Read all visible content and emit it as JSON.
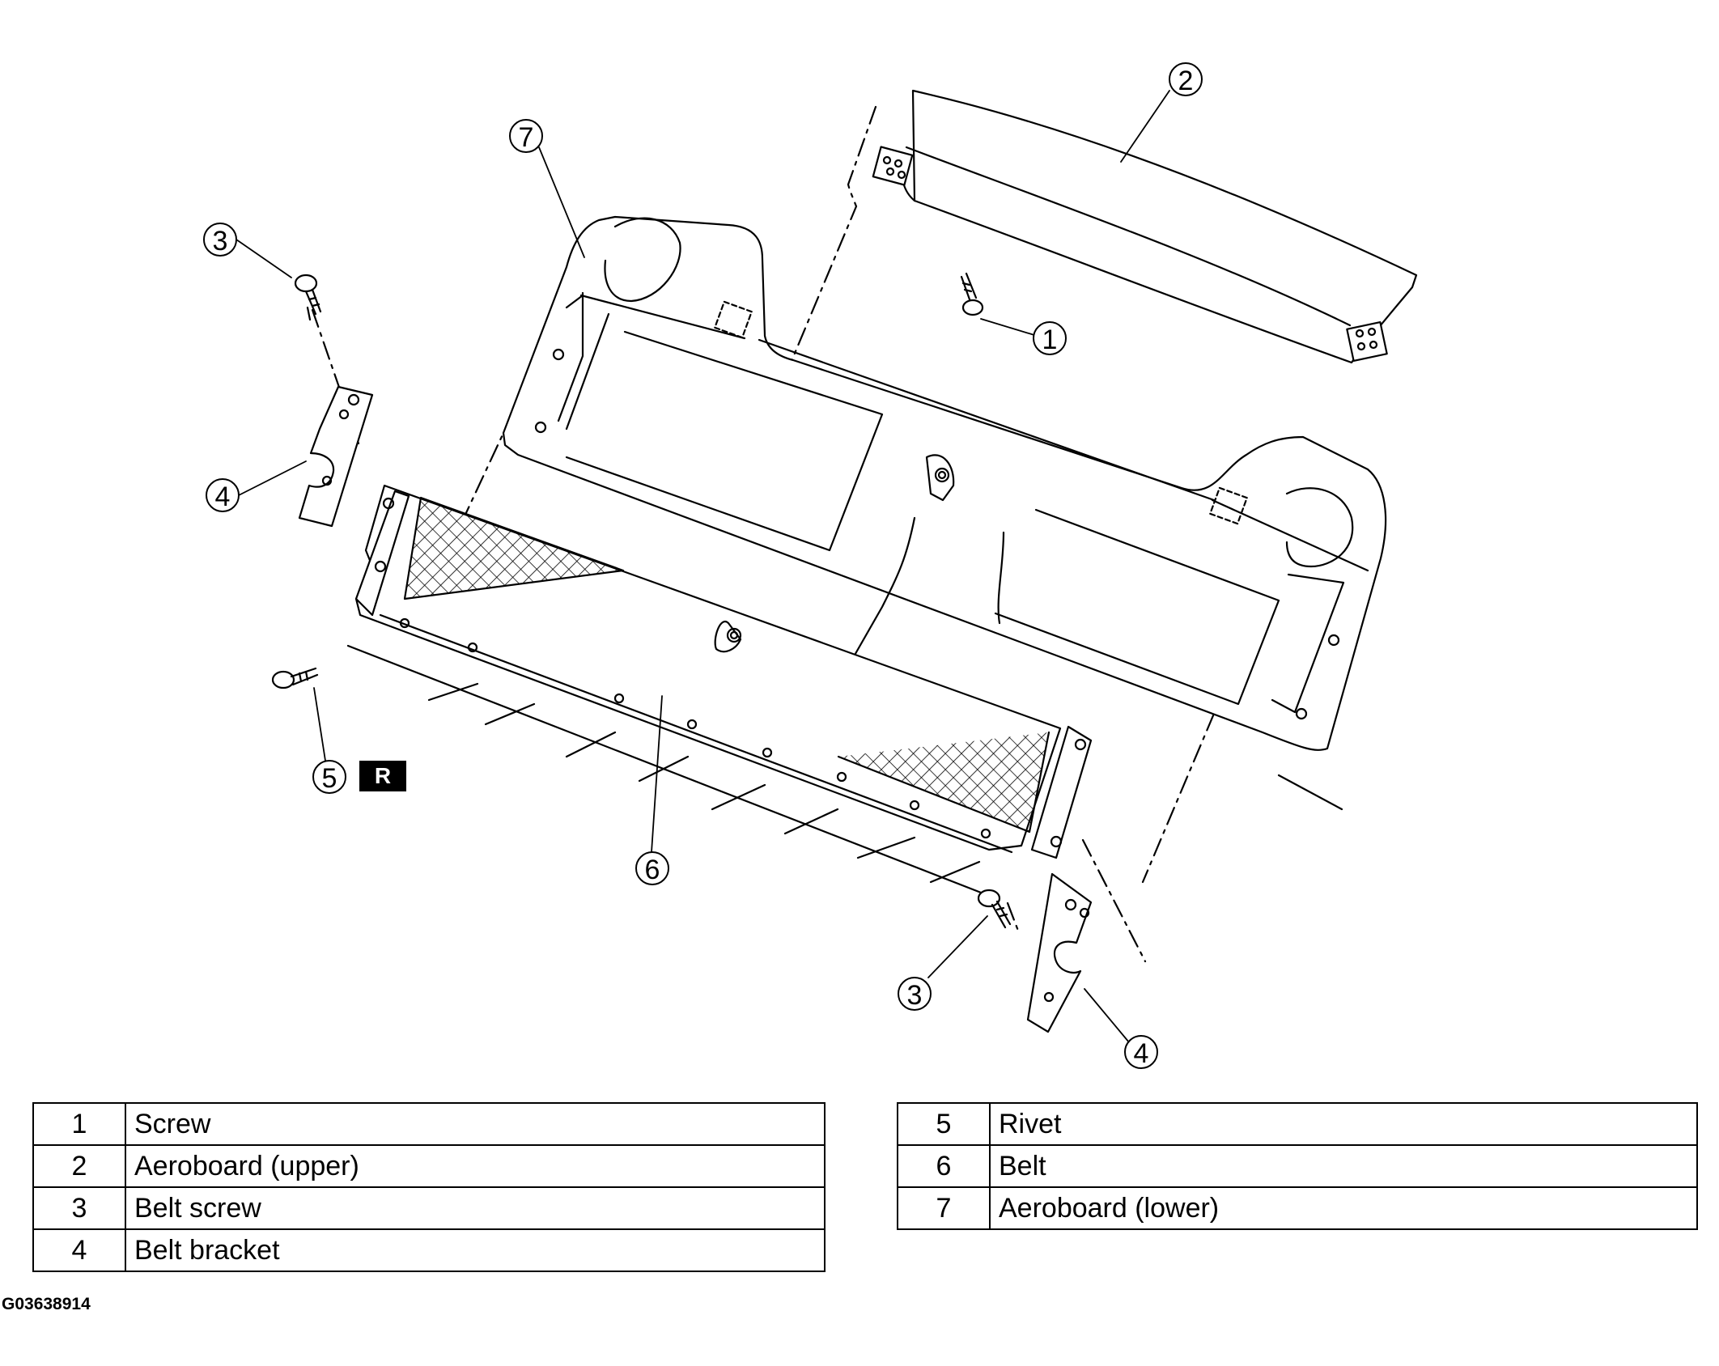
{
  "diagram": {
    "callouts": [
      "1",
      "2",
      "3",
      "3",
      "4",
      "4",
      "5",
      "6",
      "7"
    ],
    "badge": "R",
    "figure_code": "G03638914"
  },
  "legend": {
    "left": [
      {
        "num": "1",
        "name": "Screw"
      },
      {
        "num": "2",
        "name": "Aeroboard (upper)"
      },
      {
        "num": "3",
        "name": "Belt screw"
      },
      {
        "num": "4",
        "name": "Belt bracket"
      }
    ],
    "right": [
      {
        "num": "5",
        "name": "Rivet"
      },
      {
        "num": "6",
        "name": "Belt"
      },
      {
        "num": "7",
        "name": "Aeroboard (lower)"
      }
    ]
  }
}
